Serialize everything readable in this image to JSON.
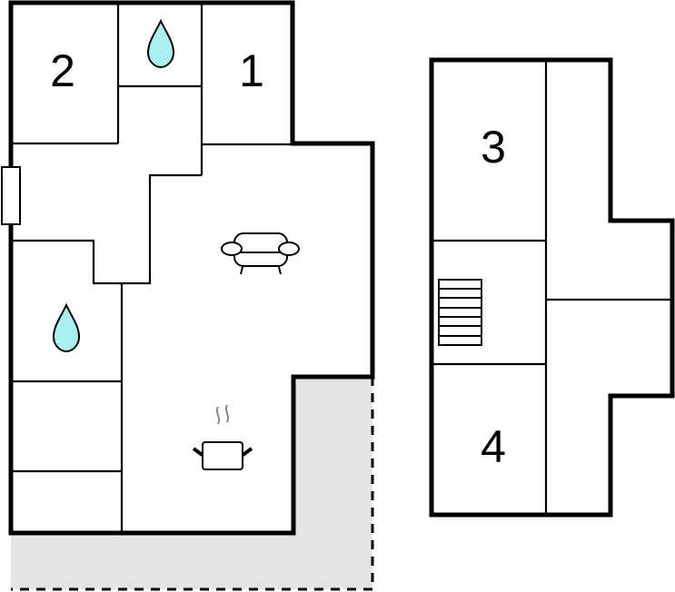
{
  "plan": {
    "ground_floor": {
      "rooms": [
        {
          "label": "2",
          "type": "bedroom"
        },
        {
          "label": "1",
          "type": "bedroom"
        }
      ],
      "icons": [
        "water-drop-icon",
        "water-drop-icon",
        "sofa-icon",
        "cooking-pot-icon"
      ],
      "terrace": true
    },
    "upper_floor": {
      "rooms": [
        {
          "label": "3",
          "type": "bedroom"
        },
        {
          "label": "4",
          "type": "bedroom"
        }
      ],
      "icons": [
        "stairs-icon"
      ]
    }
  },
  "colors": {
    "wall": "#000000",
    "terrace": "#e4e4e4",
    "water": "#aaf0f0",
    "steam": "#888888"
  }
}
